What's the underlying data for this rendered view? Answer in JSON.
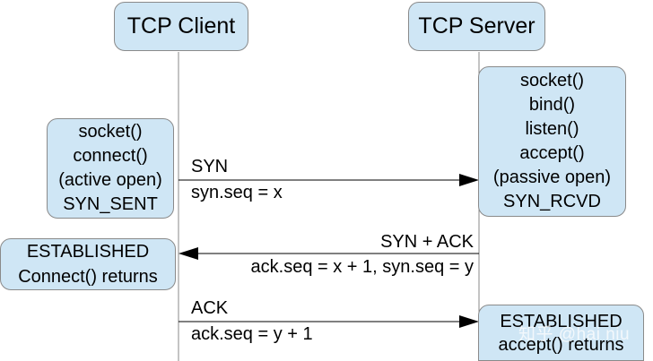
{
  "client": {
    "header": "TCP Client",
    "state_box": [
      "socket()",
      "connect()",
      "(active open)",
      "SYN_SENT"
    ],
    "established_box": [
      "ESTABLISHED",
      "Connect() returns"
    ]
  },
  "server": {
    "header": "TCP Server",
    "state_box": [
      "socket()",
      "bind()",
      "listen()",
      "accept()",
      "(passive open)",
      "SYN_RCVD"
    ],
    "established_box": [
      "ESTABLISHED",
      "accept() returns"
    ]
  },
  "messages": {
    "syn": {
      "name": "SYN",
      "detail": "syn.seq = x"
    },
    "syn_ack": {
      "name": "SYN + ACK",
      "detail": "ack.seq = x + 1, syn.seq = y"
    },
    "ack": {
      "name": "ACK",
      "detail": "ack.seq = y + 1"
    }
  },
  "watermark": "知乎 @hai niu"
}
